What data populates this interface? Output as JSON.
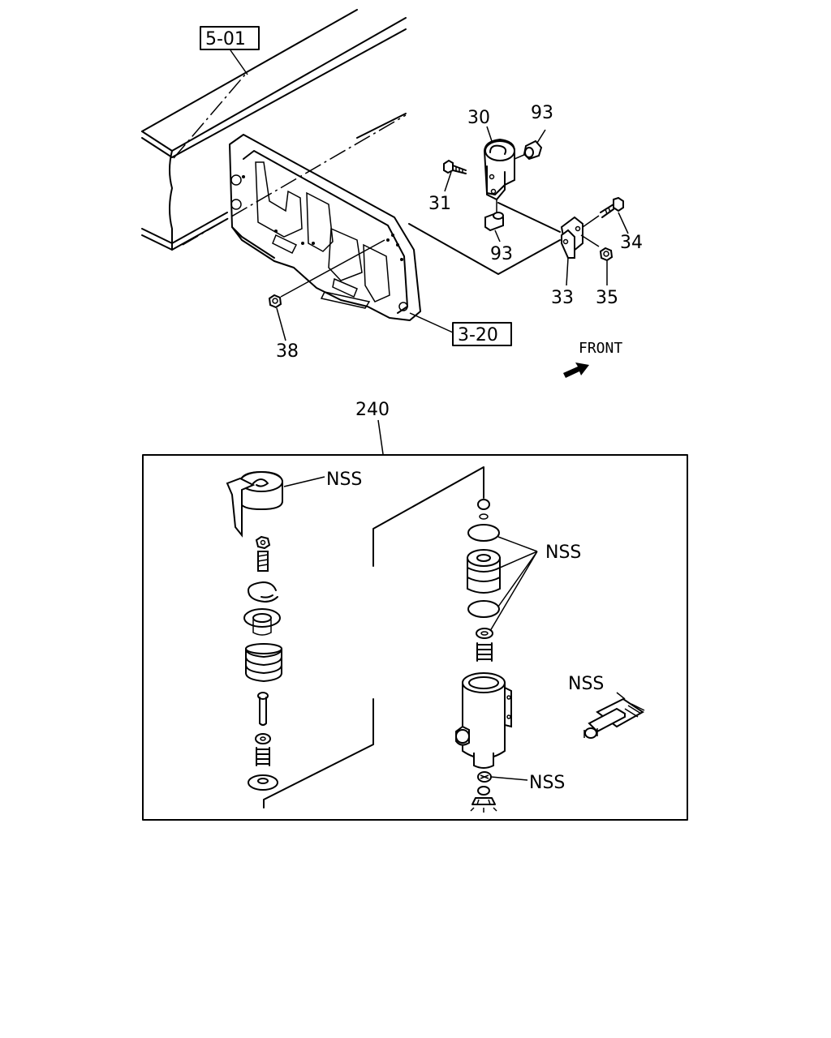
{
  "refs": {
    "frame_ref": "5-01",
    "plate_ref": "3-20"
  },
  "callouts": {
    "c30": "30",
    "c93_top": "93",
    "c31": "31",
    "c93_bottom": "93",
    "c34": "34",
    "c33": "33",
    "c35": "35",
    "c38": "38",
    "c240": "240"
  },
  "front_label": "FRONT",
  "nss": {
    "cap": "NSS",
    "seal_kit": "NSS",
    "grease_tube": "NSS",
    "valve_seat": "NSS"
  }
}
